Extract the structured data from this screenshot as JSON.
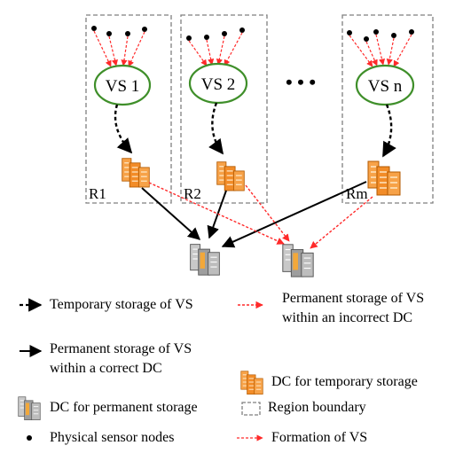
{
  "regions": [
    {
      "label": "R1",
      "vs_label": "VS 1",
      "sensor_count": 4
    },
    {
      "label": "R2",
      "vs_label": "VS 2",
      "sensor_count": 4
    },
    {
      "label": "Rm",
      "vs_label": "VS n",
      "sensor_count": 5
    }
  ],
  "ellipsis": "• • •",
  "colors": {
    "region_border": "#7f7f7f",
    "vs_ellipse": "#3f8f2a",
    "incorrect_arrow": "#ff2a2a",
    "formation_arrow": "#ff2a2a",
    "temp_dc_orange": "#f28c28",
    "perm_dc_gray": "#9e9e9e",
    "line": "#000000"
  },
  "legend": {
    "temporary_storage": "Temporary storage of VS",
    "incorrect_dc_line1": "Permanent storage of VS",
    "incorrect_dc_line2": "within an incorrect DC",
    "correct_dc_line1": "Permanent storage of VS",
    "correct_dc_line2": "within a correct DC",
    "dc_temporary": "DC for temporary storage",
    "dc_permanent": "DC for permanent storage",
    "region_boundary": "Region boundary",
    "sensor_nodes": "Physical sensor nodes",
    "formation": "Formation of VS"
  }
}
